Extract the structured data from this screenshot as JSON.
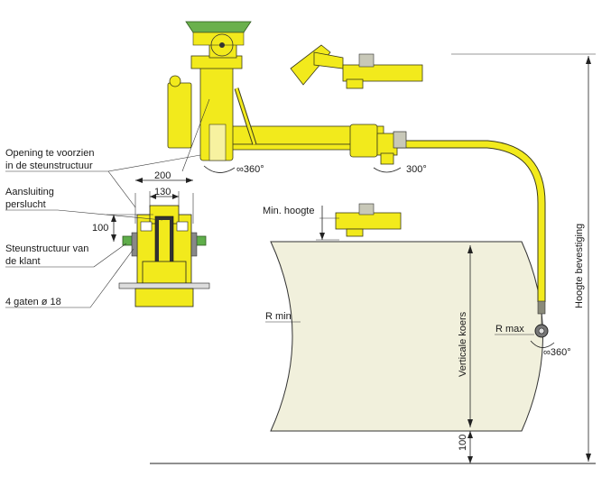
{
  "labels": {
    "opening_1": "Opening te voorzien",
    "opening_2": "in de steunstructuur",
    "aansluiting_1": "Aansluiting",
    "aansluiting_2": "perslucht",
    "steun_1": "Steunstructuur van",
    "steun_2": "de klant",
    "gaten": "4 gaten ø 18",
    "min_hoogte": "Min. hoogte",
    "r_min": "R min",
    "r_max": "R max",
    "verticale_koers": "Verticale koers",
    "hoogte_bevestiging": "Hoogte bevestiging"
  },
  "dimensions": {
    "width_200": "200",
    "width_130": "130",
    "height_100": "100",
    "bottom_100": "100"
  },
  "rotations": {
    "rot_360_a": "∞360°",
    "rot_300": "300°",
    "rot_360_b": "∞360°"
  },
  "colors": {
    "arm_yellow": "#f2ea1c",
    "hopper_green": "#6ab04c",
    "tank_fill": "#f1f0dc",
    "flange_green": "#5fae4a"
  }
}
